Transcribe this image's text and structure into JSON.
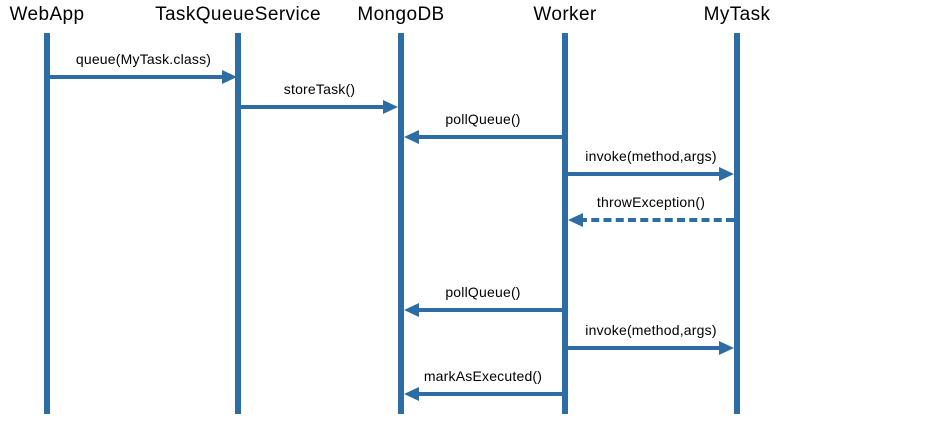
{
  "diagram": {
    "type": "uml-sequence-diagram",
    "background_color": "#ffffff",
    "accent_color": "#2e6da4",
    "text_color": "#000000",
    "participants": [
      {
        "name": "WebApp"
      },
      {
        "name": "TaskQueueService"
      },
      {
        "name": "MongoDB"
      },
      {
        "name": "Worker"
      },
      {
        "name": "MyTask"
      }
    ],
    "messages": [
      {
        "label": "queue(MyTask.class)",
        "from": "WebApp",
        "to": "TaskQueueService",
        "direction": "right",
        "line_style": "solid"
      },
      {
        "label": "storeTask()",
        "from": "TaskQueueService",
        "to": "MongoDB",
        "direction": "right",
        "line_style": "solid"
      },
      {
        "label": "pollQueue()",
        "from": "Worker",
        "to": "MongoDB",
        "direction": "left",
        "line_style": "solid"
      },
      {
        "label": "invoke(method,args)",
        "from": "Worker",
        "to": "MyTask",
        "direction": "right",
        "line_style": "solid"
      },
      {
        "label": "throwException()",
        "from": "MyTask",
        "to": "Worker",
        "direction": "left",
        "line_style": "dashed"
      },
      {
        "label": "pollQueue()",
        "from": "Worker",
        "to": "MongoDB",
        "direction": "left",
        "line_style": "solid"
      },
      {
        "label": "invoke(method,args)",
        "from": "Worker",
        "to": "MyTask",
        "direction": "right",
        "line_style": "solid"
      },
      {
        "label": "markAsExecuted()",
        "from": "Worker",
        "to": "MongoDB",
        "direction": "left",
        "line_style": "solid"
      }
    ]
  }
}
